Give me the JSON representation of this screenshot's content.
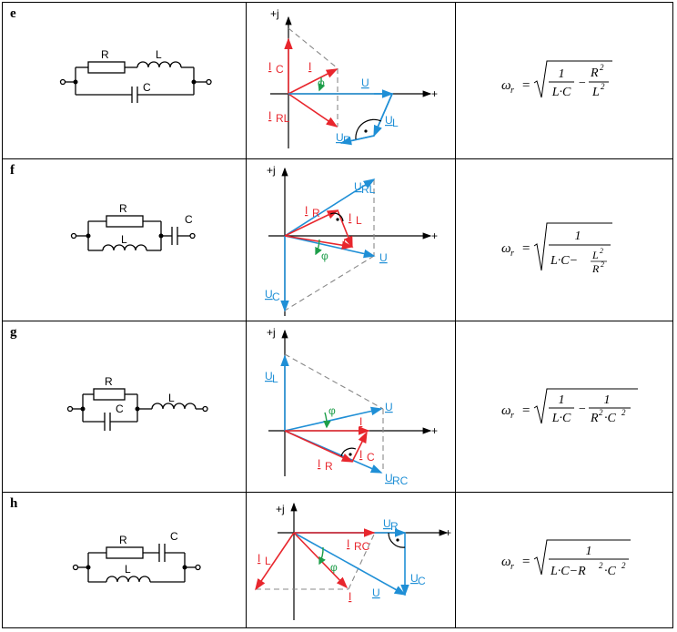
{
  "colors": {
    "current": "#e8262d",
    "voltage": "#1f8fd6",
    "angle": "#1e9e4a",
    "line": "#000000",
    "dash": "#888888"
  },
  "axis": {
    "j": "+j",
    "plus": "+"
  },
  "rows": [
    {
      "letter": "e",
      "circuit": {
        "R": "R",
        "L": "L",
        "C": "C"
      },
      "phasor": {
        "ic": "I",
        "ic_sub": "C",
        "i": "I",
        "irl": "I",
        "irl_sub": "RL",
        "phi": "φ",
        "u": "U",
        "ur": "U",
        "ur_sub": "R",
        "ul": "U",
        "ul_sub": "L"
      },
      "formula": {
        "lhs": "ω",
        "lhs_sub": "r",
        "eq": "=",
        "n1": "1",
        "d1": "L·C",
        "minus": "−",
        "n2": "R",
        "n2_sup": "2",
        "d2": "L",
        "d2_sup": "2"
      }
    },
    {
      "letter": "f",
      "circuit": {
        "R": "R",
        "L": "L",
        "C": "C"
      },
      "phasor": {
        "url": "U",
        "url_sub": "RL",
        "ir": "I",
        "ir_sub": "R",
        "il": "I",
        "il_sub": "L",
        "i": "I",
        "phi": "φ",
        "u": "U",
        "uc": "U",
        "uc_sub": "C"
      },
      "formula": {
        "lhs": "ω",
        "lhs_sub": "r",
        "eq": "=",
        "n1": "1",
        "d1": "L·C−",
        "n2": "L",
        "n2_sup": "2",
        "d2": "R",
        "d2_sup": "2"
      }
    },
    {
      "letter": "g",
      "circuit": {
        "R": "R",
        "L": "L",
        "C": "C"
      },
      "phasor": {
        "ul": "U",
        "ul_sub": "L",
        "phi": "φ",
        "u": "U",
        "i": "I",
        "ir": "I",
        "ir_sub": "R",
        "ic": "I",
        "ic_sub": "C",
        "urc": "U",
        "urc_sub": "RC"
      },
      "formula": {
        "lhs": "ω",
        "lhs_sub": "r",
        "eq": "=",
        "n1": "1",
        "d1": "L·C",
        "minus": "−",
        "n2": "1",
        "d2": "R",
        "d2_sup": "2",
        "d2b": "·C",
        "d2b_sup": "2"
      }
    },
    {
      "letter": "h",
      "circuit": {
        "R": "R",
        "L": "L",
        "C": "C"
      },
      "phasor": {
        "ur": "U",
        "ur_sub": "R",
        "irc": "I",
        "irc_sub": "RC",
        "il": "I",
        "il_sub": "L",
        "phi": "φ",
        "uc": "U",
        "uc_sub": "C",
        "u": "U",
        "i": "I"
      },
      "formula": {
        "lhs": "ω",
        "lhs_sub": "r",
        "eq": "=",
        "n1": "1",
        "d1": "L·C−R",
        "d1_sup": "2",
        "d1b": "·C",
        "d1b_sup": "2"
      }
    }
  ]
}
